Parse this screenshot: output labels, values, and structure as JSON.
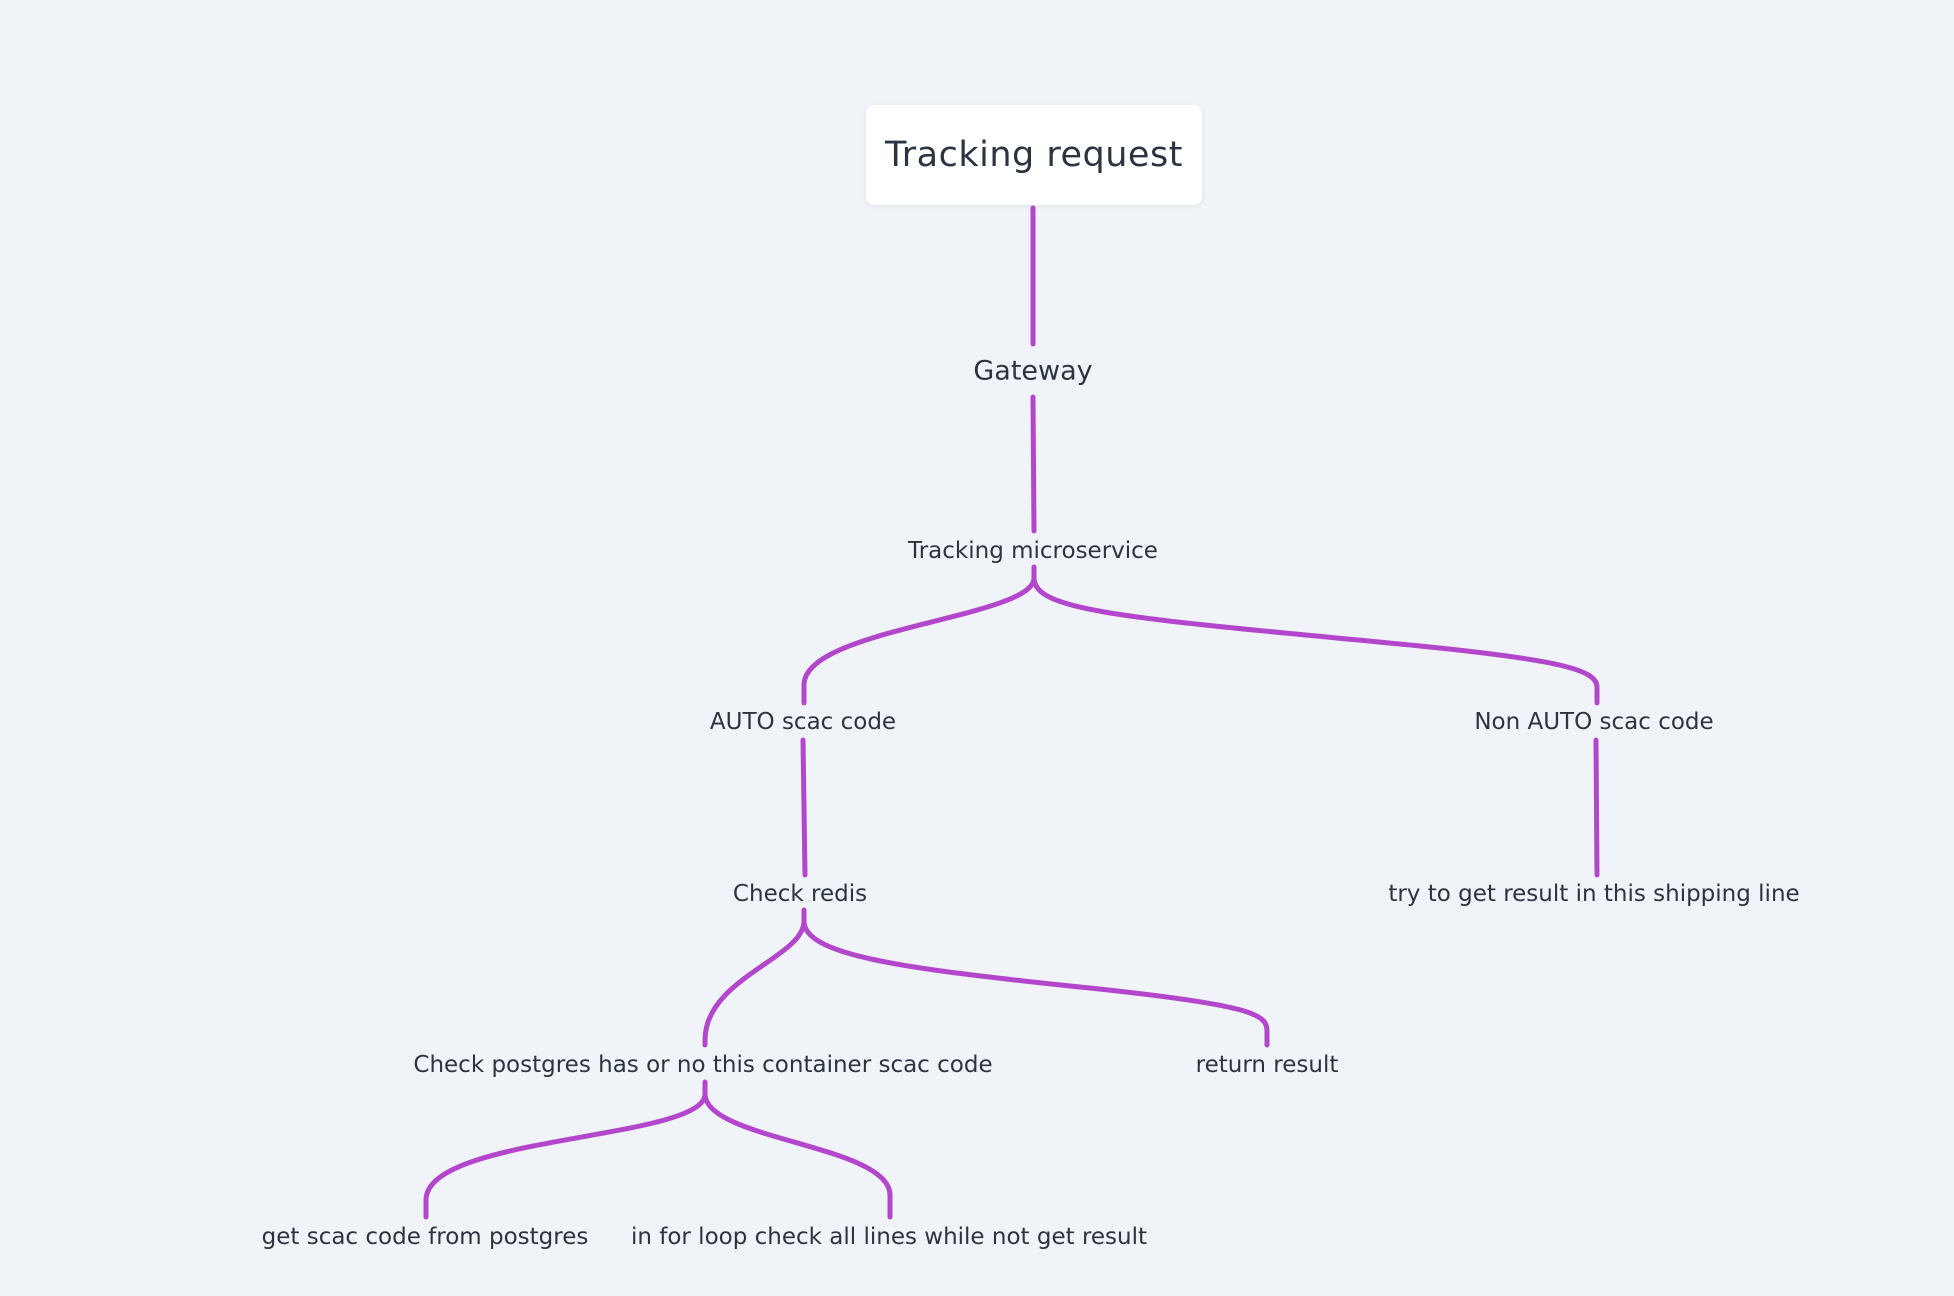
{
  "mindmap": {
    "root": {
      "label": "Tracking request"
    },
    "nodes": [
      {
        "id": "gateway",
        "label": "Gateway"
      },
      {
        "id": "tracking-microservice",
        "label": "Tracking microservice"
      },
      {
        "id": "auto-scac",
        "label": "AUTO scac code"
      },
      {
        "id": "non-auto-scac",
        "label": "Non AUTO scac code"
      },
      {
        "id": "check-redis",
        "label": "Check redis"
      },
      {
        "id": "try-shipping-line",
        "label": "try to get result in this shipping line"
      },
      {
        "id": "check-postgres",
        "label": "Check postgres has or no this container scac code"
      },
      {
        "id": "return-result",
        "label": "return result"
      },
      {
        "id": "get-scac-postgres",
        "label": "get scac code from postgres"
      },
      {
        "id": "for-loop-lines",
        "label": "in for loop check all lines while not get result"
      }
    ],
    "edges": [
      {
        "from": "root",
        "to": "gateway"
      },
      {
        "from": "gateway",
        "to": "tracking-microservice"
      },
      {
        "from": "tracking-microservice",
        "to": "auto-scac"
      },
      {
        "from": "tracking-microservice",
        "to": "non-auto-scac"
      },
      {
        "from": "auto-scac",
        "to": "check-redis"
      },
      {
        "from": "non-auto-scac",
        "to": "try-shipping-line"
      },
      {
        "from": "check-redis",
        "to": "check-postgres"
      },
      {
        "from": "check-redis",
        "to": "return-result"
      },
      {
        "from": "check-postgres",
        "to": "get-scac-postgres"
      },
      {
        "from": "check-postgres",
        "to": "for-loop-lines"
      }
    ],
    "colors": {
      "background": "#f0f3f7",
      "connector": "#b347cc",
      "text": "#2c3440",
      "root_fill": "#ffffff"
    }
  }
}
